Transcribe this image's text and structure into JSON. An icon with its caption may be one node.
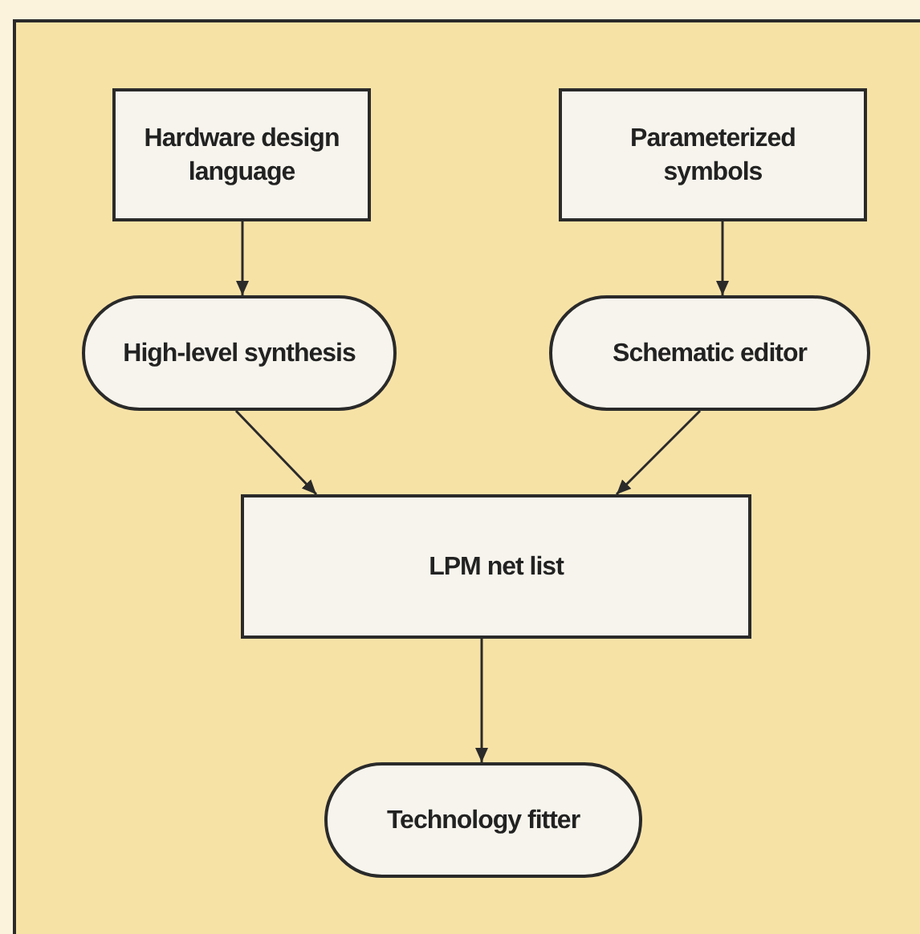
{
  "diagram": {
    "nodes": [
      {
        "text": [
          "Hardware design language"
        ]
      },
      {
        "text": [
          "Parameterized symbols"
        ]
      },
      {
        "text": [
          "High-level synthesis"
        ]
      },
      {
        "text": [
          "Schematic editor"
        ]
      },
      {
        "text": [
          "LPM net list"
        ]
      },
      {
        "text": [
          "Technology fitter"
        ]
      }
    ],
    "edges": [
      {
        "from": 0,
        "to": 2,
        "arrow": "to"
      },
      {
        "from": 1,
        "to": 3,
        "arrow": "to"
      },
      {
        "from": 2,
        "to": 4,
        "arrow": "to"
      },
      {
        "from": 3,
        "to": 4,
        "arrow": "to"
      },
      {
        "from": 4,
        "to": 5,
        "arrow": "to"
      }
    ]
  }
}
